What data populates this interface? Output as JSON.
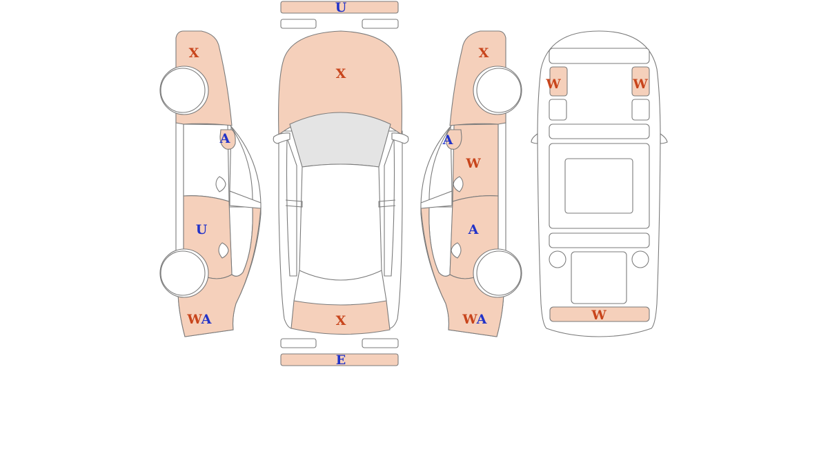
{
  "colors": {
    "damaged_fill": "#f5d0bb",
    "outline": "#7a7a7a",
    "code_red": "#c8451c",
    "code_blue": "#2233c8",
    "glass": "#e4e4e4"
  },
  "marks": {
    "bumper_front": "U",
    "hood": "X",
    "trunk": "X",
    "bumper_rear": "E",
    "left_front_fender": "X",
    "left_mirror": "A",
    "left_rear_door": "U",
    "left_rear_quarter": [
      "W",
      "A"
    ],
    "right_front_fender": "X",
    "right_mirror": "A",
    "right_front_door": "W",
    "right_rear_door": "A",
    "right_rear_quarter": [
      "W",
      "A"
    ],
    "roof_front_left": "W",
    "roof_front_right": "W",
    "roof_rear": "W"
  }
}
